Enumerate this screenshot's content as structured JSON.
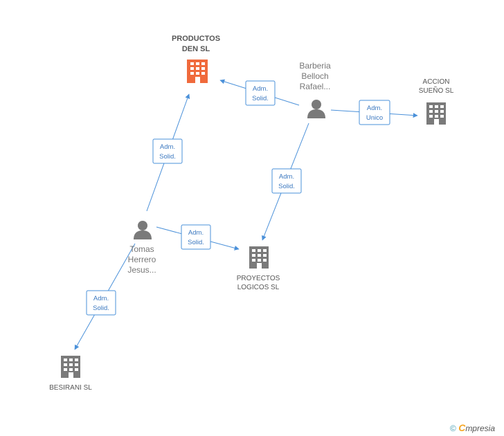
{
  "colors": {
    "accent_company": "#f06a3c",
    "company": "#7a7a7a",
    "person": "#7a7a7a",
    "edge": "#4a90d9"
  },
  "nodes": {
    "productos": {
      "label": "PRODUCTOS\nDEN SL",
      "icon": "building-icon"
    },
    "accion": {
      "label": "ACCION\nSUEÑO SL",
      "icon": "building-icon"
    },
    "proyectos": {
      "label": "PROYECTOS\nLOGICOS SL",
      "icon": "building-icon"
    },
    "besirani": {
      "label": "BESIRANI SL",
      "icon": "building-icon"
    },
    "barberia": {
      "label": "Barberia\nBelloch\nRafael...",
      "icon": "person-icon"
    },
    "tomas": {
      "label": "Tomas\nHerrero\nJesus...",
      "icon": "person-icon"
    }
  },
  "edges": [
    {
      "from": "tomas",
      "to": "productos",
      "label1": "Adm.",
      "label2": "Solid."
    },
    {
      "from": "barberia",
      "to": "productos",
      "label1": "Adm.",
      "label2": "Solid."
    },
    {
      "from": "barberia",
      "to": "accion",
      "label1": "Adm.",
      "label2": "Unico"
    },
    {
      "from": "barberia",
      "to": "proyectos",
      "label1": "Adm.",
      "label2": "Solid."
    },
    {
      "from": "tomas",
      "to": "proyectos",
      "label1": "Adm.",
      "label2": "Solid."
    },
    {
      "from": "tomas",
      "to": "besirani",
      "label1": "Adm.",
      "label2": "Solid."
    }
  ],
  "footer": {
    "copyright": "©",
    "brand_first": "C",
    "brand_rest": "mpresia"
  }
}
